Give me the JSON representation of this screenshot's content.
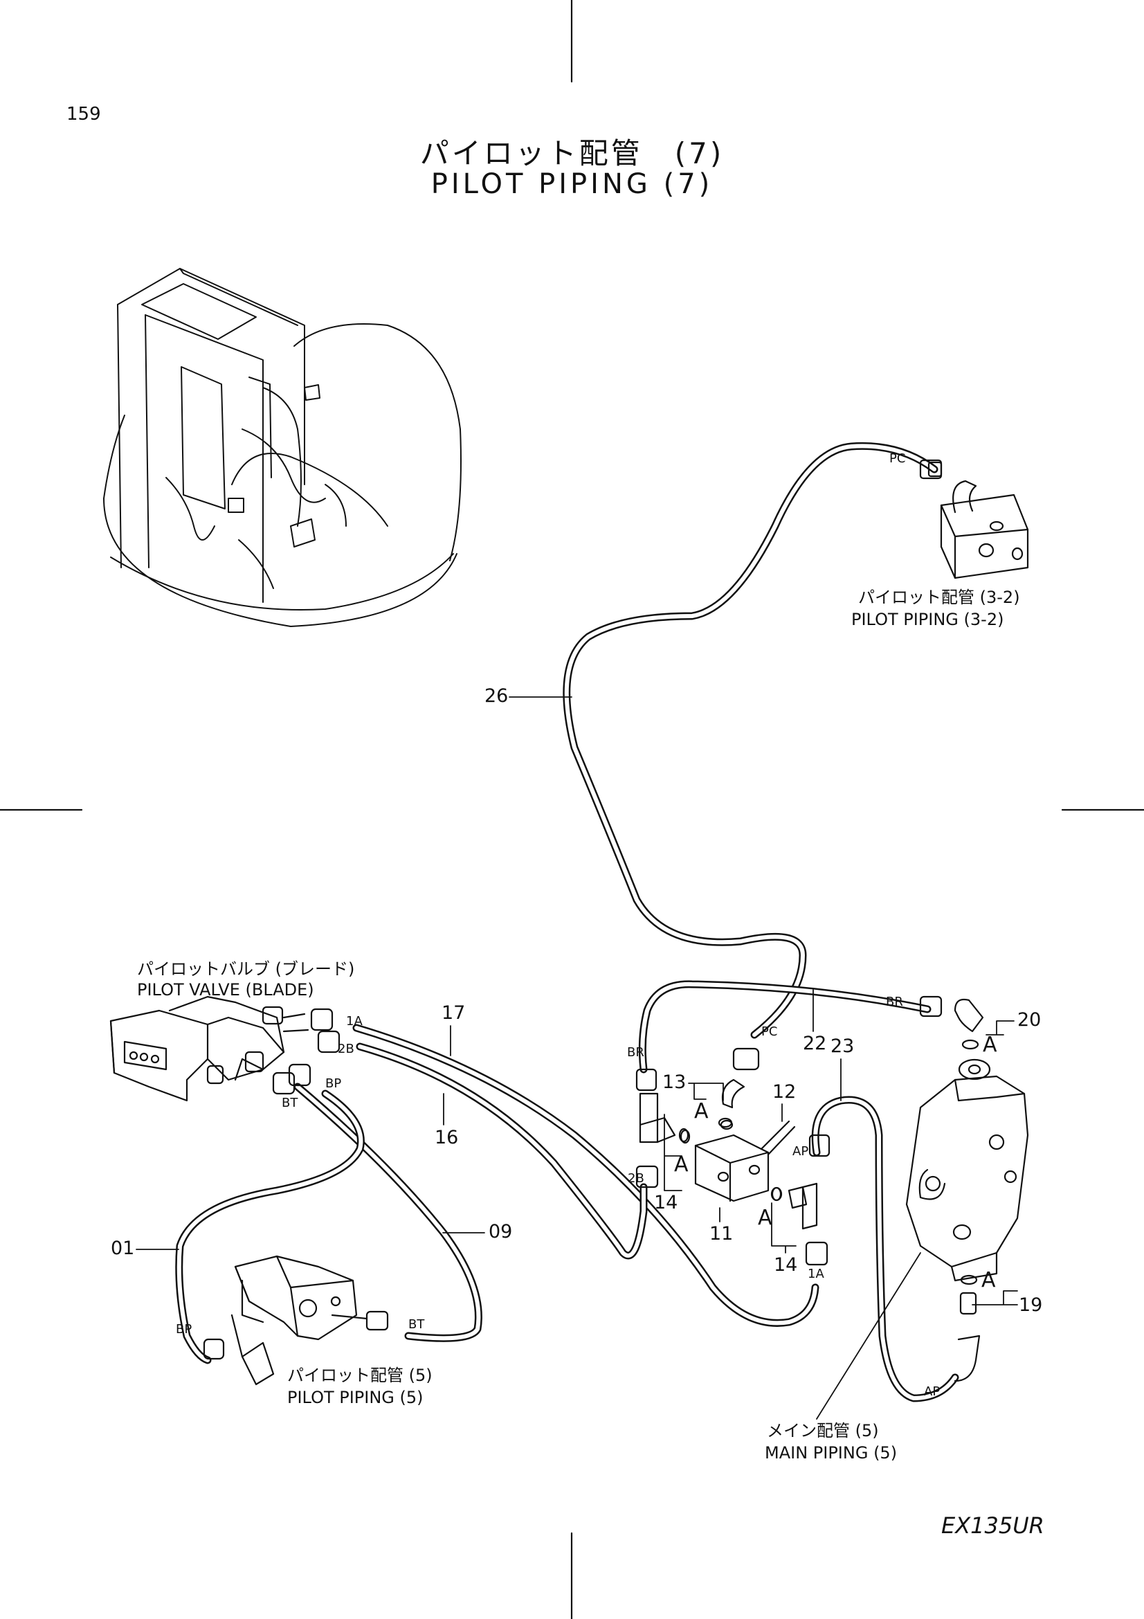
{
  "header": {
    "page_number": "159",
    "title_jp": "パイロット配管　(7)",
    "title_en": "PILOT  PIPING  (7)"
  },
  "labels": {
    "pilot_piping_3_2_jp": "パイロット配管 (3-2)",
    "pilot_piping_3_2_en": "PILOT PIPING (3-2)",
    "pilot_valve_blade_jp": "パイロットバルブ (ブレード)",
    "pilot_valve_blade_en": "PILOT  VALVE  (BLADE)",
    "pilot_piping_5_jp": "パイロット配管 (5)",
    "pilot_piping_5_en": "PILOT PIPING (5)",
    "main_piping_5_jp": "メイン配管 (5)",
    "main_piping_5_en": "MAIN PIPING (5)"
  },
  "part_numbers": {
    "p01": "01",
    "p09": "09",
    "p11": "11",
    "p12": "12",
    "p13": "13",
    "p14a": "14",
    "p14b": "14",
    "p16": "16",
    "p17": "17",
    "p19": "19",
    "p20": "20",
    "p22": "22",
    "p23": "23",
    "p26": "26"
  },
  "ports": {
    "pc_top": "PC",
    "pc_mid": "PC",
    "br_left": "BR",
    "br_right": "BR",
    "p1a_top": "1A",
    "p2b_top": "2B",
    "p2b_mid": "2B",
    "p1a_mid": "1A",
    "bp_top": "BP",
    "bt_top": "BT",
    "bp_bottom": "BP",
    "bt_bottom": "BT",
    "ap_mid": "AP",
    "ap_bottom": "AP"
  },
  "section_markers": {
    "a1": "A",
    "a2": "A",
    "a3": "A",
    "a4": "A",
    "a5": "A"
  },
  "footer": {
    "model": "EX135UR"
  }
}
